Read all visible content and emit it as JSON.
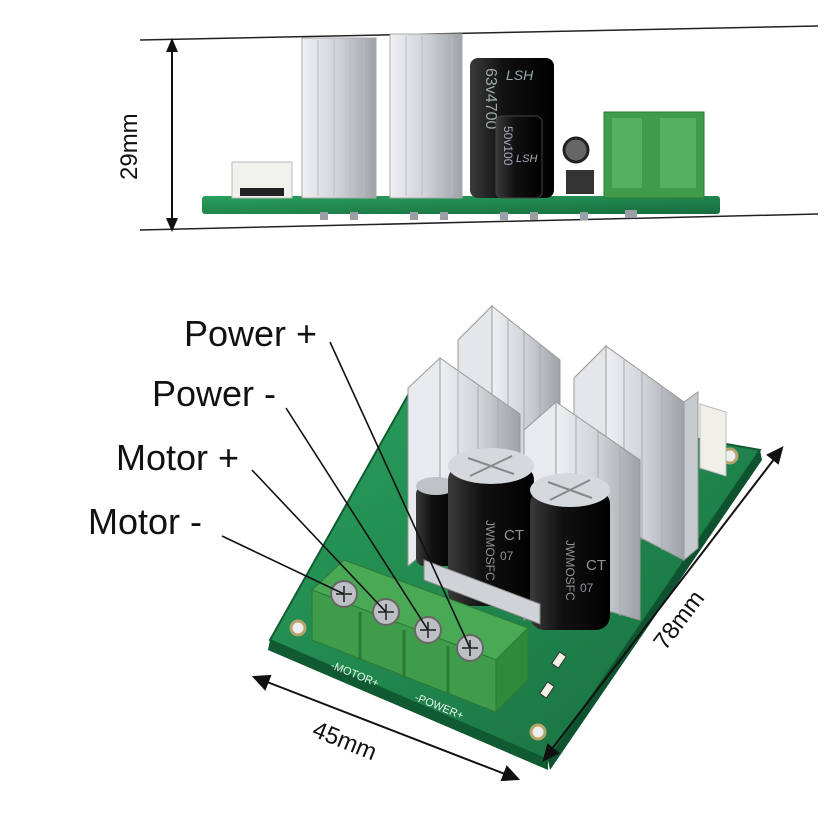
{
  "dimensions": {
    "height": "29mm",
    "width": "45mm",
    "length": "78mm"
  },
  "callouts": [
    {
      "label": "Power +"
    },
    {
      "label": "Power -"
    },
    {
      "label": "Motor +"
    },
    {
      "label": "Motor -"
    }
  ],
  "side_view": {
    "capacitor_large_print": "63v4700",
    "capacitor_small_print": "50v100",
    "capacitor_brand": "LSH"
  },
  "board_silkscreen": {
    "motor": "-MOTOR+",
    "power": "-POWER+",
    "capacitor_brand": "CT",
    "capacitor_code": "JWMOSFC",
    "capacitor_date": "07"
  },
  "colors": {
    "pcb": "#1f8a50",
    "terminal": "#3f9c4a",
    "heatsink": "#d6d8dc",
    "capacitor": "#1b1b1b",
    "text": "#111111"
  }
}
